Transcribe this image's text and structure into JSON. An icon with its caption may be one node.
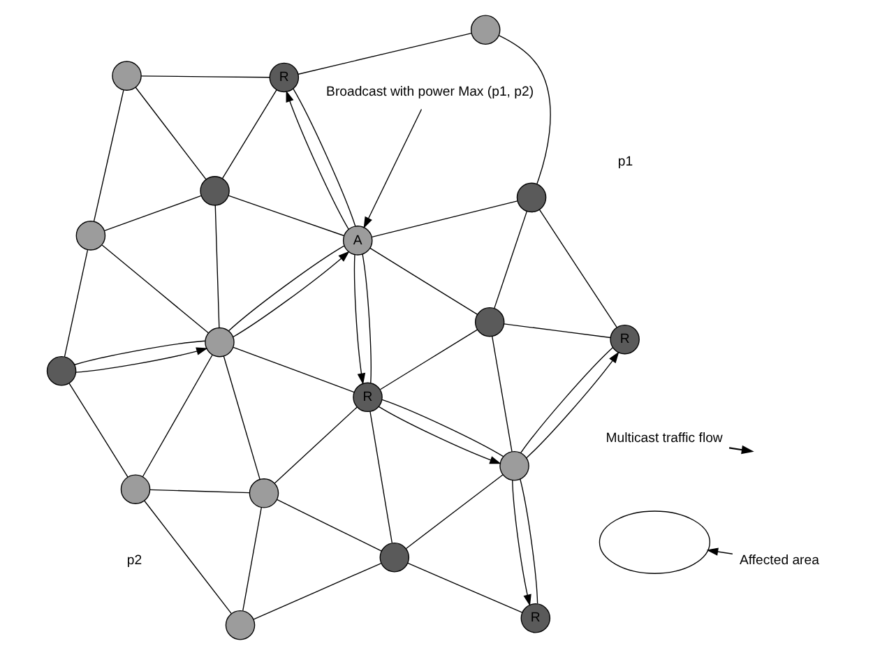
{
  "diagram": {
    "nodes": [
      {
        "text": [],
        "shape": "circle"
      },
      {
        "text": [],
        "shape": "circle"
      },
      {
        "text": [],
        "shape": "circle"
      },
      {
        "text": [],
        "shape": "circle"
      },
      {
        "text": [],
        "shape": "circle"
      },
      {
        "text": [],
        "shape": "circle"
      },
      {
        "text": [],
        "shape": "circle"
      },
      {
        "text": [],
        "shape": "circle"
      },
      {
        "text": [
          "R"
        ]
      },
      {
        "text": [
          "A"
        ]
      },
      {
        "text": [
          "R"
        ]
      },
      {
        "text": [],
        "shape": "circle"
      },
      {
        "text": [],
        "shape": "circle"
      },
      {
        "text": [],
        "shape": "circle"
      },
      {
        "text": [],
        "shape": "circle"
      },
      {
        "text": [],
        "shape": "circle"
      },
      {
        "text": [
          "R"
        ]
      },
      {
        "text": [
          "R"
        ]
      },
      {
        "text": [
          "Broadcast with power Max (p1, p2)"
        ]
      },
      {
        "text": [],
        "shape": "ellipse"
      },
      {
        "text": [
          "Affected area"
        ]
      }
    ],
    "edges": [
      {
        "from": 0,
        "to": 1,
        "arrow": "none"
      },
      {
        "from": 0,
        "to": 5,
        "arrow": "none"
      },
      {
        "from": 0,
        "to": 2,
        "arrow": "none"
      },
      {
        "from": 1,
        "to": 3,
        "arrow": "none"
      },
      {
        "from": 1,
        "to": 4,
        "arrow": "none"
      },
      {
        "from": 1,
        "to": 5,
        "arrow": "none"
      },
      {
        "from": 2,
        "to": 5,
        "arrow": "none"
      },
      {
        "from": 2,
        "to": 6,
        "arrow": "none"
      },
      {
        "from": 2,
        "to": 7,
        "arrow": "none"
      },
      {
        "from": 3,
        "to": 4,
        "arrow": "none"
      },
      {
        "from": 3,
        "to": 8,
        "arrow": "none"
      },
      {
        "from": 4,
        "to": 5,
        "arrow": "none"
      },
      {
        "from": 4,
        "to": 8,
        "arrow": "none"
      },
      {
        "from": 4,
        "to": 9,
        "arrow": "none"
      },
      {
        "from": 5,
        "to": 6,
        "arrow": "none"
      },
      {
        "from": 5,
        "to": 9,
        "arrow": "none"
      },
      {
        "from": 5,
        "to": 10,
        "arrow": "none"
      },
      {
        "from": 6,
        "to": 7,
        "arrow": "none"
      },
      {
        "from": 6,
        "to": 10,
        "arrow": "none"
      },
      {
        "from": 6,
        "to": 11,
        "arrow": "none"
      },
      {
        "from": 7,
        "to": 11,
        "arrow": "none"
      },
      {
        "from": 8,
        "to": 9,
        "arrow": "none"
      },
      {
        "from": 8,
        "to": 12,
        "arrow": "none"
      },
      {
        "from": 9,
        "to": 10,
        "arrow": "none"
      },
      {
        "from": 9,
        "to": 13,
        "arrow": "none"
      },
      {
        "from": 9,
        "to": 14,
        "arrow": "none"
      },
      {
        "from": 10,
        "to": 11,
        "arrow": "none"
      },
      {
        "from": 10,
        "to": 14,
        "arrow": "none"
      },
      {
        "from": 10,
        "to": 15,
        "arrow": "none"
      },
      {
        "from": 11,
        "to": 15,
        "arrow": "none"
      },
      {
        "from": 11,
        "to": 16,
        "arrow": "none"
      },
      {
        "from": 12,
        "to": 13,
        "arrow": "none"
      },
      {
        "from": 13,
        "to": 14,
        "arrow": "none"
      },
      {
        "from": 13,
        "to": 17,
        "arrow": "none"
      },
      {
        "from": 14,
        "to": 15,
        "arrow": "none"
      },
      {
        "from": 14,
        "to": 17,
        "arrow": "none"
      },
      {
        "from": 15,
        "to": 16,
        "arrow": "none"
      },
      {
        "from": 15,
        "to": 17,
        "arrow": "none"
      },
      {
        "from": 0,
        "to": 5,
        "arrow": "to"
      },
      {
        "from": 5,
        "to": 9,
        "arrow": "to"
      },
      {
        "from": 9,
        "to": 8,
        "arrow": "to"
      },
      {
        "from": 9,
        "to": 10,
        "arrow": "to"
      },
      {
        "from": 10,
        "to": 15,
        "arrow": "to"
      },
      {
        "from": 15,
        "to": 16,
        "arrow": "to"
      },
      {
        "from": 15,
        "to": 17,
        "arrow": "to"
      },
      {
        "from": 18,
        "to": 9,
        "arrow": "to"
      },
      {
        "from": 20,
        "to": 19,
        "arrow": "to"
      }
    ],
    "labels": [
      "p1",
      "p2"
    ],
    "legend": [
      {
        "text": "Multicast traffic flow"
      }
    ]
  }
}
